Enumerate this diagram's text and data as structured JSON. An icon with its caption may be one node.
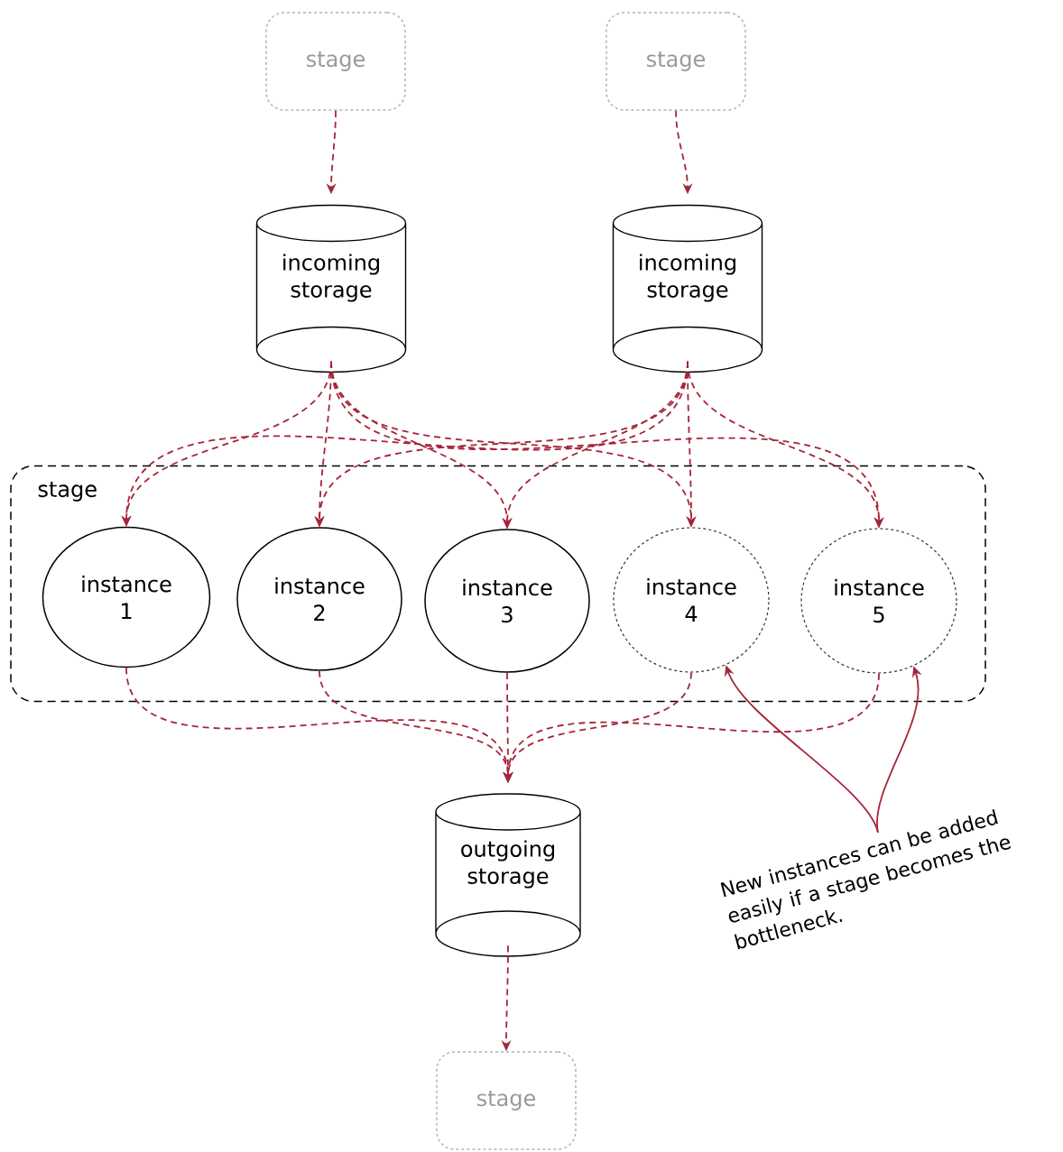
{
  "diagram": {
    "nodes": [
      {
        "text": [
          "stage"
        ]
      },
      {
        "text": [
          "stage"
        ]
      },
      {
        "text": [
          "incoming storage"
        ]
      },
      {
        "text": [
          "incoming storage"
        ]
      },
      {
        "text": [
          "stage"
        ]
      },
      {
        "text": [
          "instance 1"
        ],
        "in": 4
      },
      {
        "text": [
          "instance 2"
        ],
        "in": 4
      },
      {
        "text": [
          "instance 3"
        ],
        "in": 4
      },
      {
        "text": [
          "instance 4"
        ],
        "in": 4
      },
      {
        "text": [
          "instance 5"
        ],
        "in": 4
      },
      {
        "text": [
          "outgoing storage"
        ]
      },
      {
        "text": [
          "stage"
        ]
      },
      {
        "text": [
          "New instances can be added easily if a stage becomes the bottleneck."
        ]
      }
    ],
    "edges": [
      {
        "from": 0,
        "to": 2,
        "arrow": "to",
        "style": "dashed"
      },
      {
        "from": 1,
        "to": 3,
        "arrow": "to",
        "style": "dashed"
      },
      {
        "from": 2,
        "to": 5,
        "arrow": "to",
        "style": "dashed"
      },
      {
        "from": 2,
        "to": 6,
        "arrow": "to",
        "style": "dashed"
      },
      {
        "from": 2,
        "to": 7,
        "arrow": "to",
        "style": "dashed"
      },
      {
        "from": 2,
        "to": 8,
        "arrow": "to",
        "style": "dashed"
      },
      {
        "from": 2,
        "to": 9,
        "arrow": "to",
        "style": "dashed"
      },
      {
        "from": 3,
        "to": 5,
        "arrow": "to",
        "style": "dashed"
      },
      {
        "from": 3,
        "to": 6,
        "arrow": "to",
        "style": "dashed"
      },
      {
        "from": 3,
        "to": 7,
        "arrow": "to",
        "style": "dashed"
      },
      {
        "from": 3,
        "to": 8,
        "arrow": "to",
        "style": "dashed"
      },
      {
        "from": 3,
        "to": 9,
        "arrow": "to",
        "style": "dashed"
      },
      {
        "from": 5,
        "to": 10,
        "arrow": "to",
        "style": "dashed"
      },
      {
        "from": 6,
        "to": 10,
        "arrow": "to",
        "style": "dashed"
      },
      {
        "from": 7,
        "to": 10,
        "arrow": "to",
        "style": "dashed"
      },
      {
        "from": 8,
        "to": 10,
        "arrow": "to",
        "style": "dashed"
      },
      {
        "from": 9,
        "to": 10,
        "arrow": "to",
        "style": "dashed"
      },
      {
        "from": 10,
        "to": 11,
        "arrow": "to",
        "style": "dashed"
      },
      {
        "from": 12,
        "to": 8,
        "arrow": "to"
      },
      {
        "from": 12,
        "to": 9,
        "arrow": "to"
      }
    ]
  }
}
